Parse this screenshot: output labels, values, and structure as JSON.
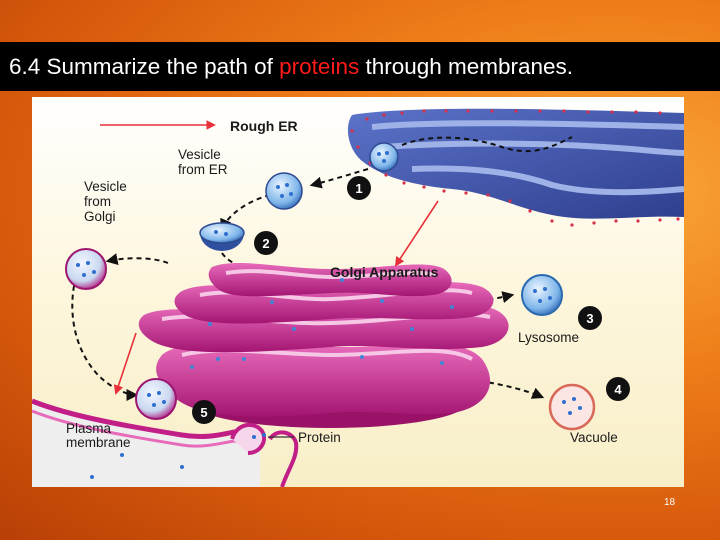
{
  "slide": {
    "title_before": "6.4 Summarize the path of ",
    "title_highlight": "proteins",
    "title_after": " through membranes.",
    "page_number": "18"
  },
  "diagram": {
    "labels": {
      "rough_er": "Rough ER",
      "vesicle_from_er_1": "Vesicle",
      "vesicle_from_er_2": "from ER",
      "vesicle_from_golgi_1": "Vesicle",
      "vesicle_from_golgi_2": "from",
      "vesicle_from_golgi_3": "Golgi",
      "golgi_apparatus": "Golgi Apparatus",
      "lysosome": "Lysosome",
      "vacuole": "Vacuole",
      "plasma_membrane_1": "Plasma",
      "plasma_membrane_2": "membrane",
      "protein": "Protein"
    },
    "steps": [
      "1",
      "2",
      "3",
      "4",
      "5"
    ],
    "colors": {
      "title_highlight": "#ff1a1a",
      "er": "#3b4fa8",
      "golgi": "#c21e88",
      "vesicle": "#3f86d6",
      "arrow_red": "#e8303a"
    }
  }
}
